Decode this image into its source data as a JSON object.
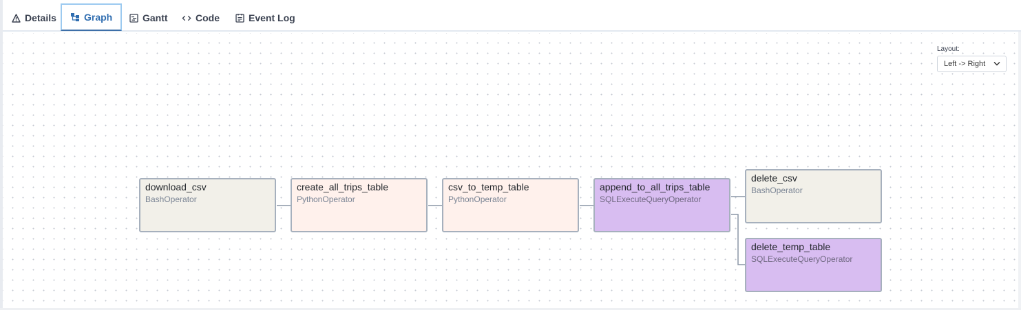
{
  "tabs": [
    {
      "label": "Details",
      "icon": "warning-icon",
      "active": false
    },
    {
      "label": "Graph",
      "icon": "graph-icon",
      "active": true
    },
    {
      "label": "Gantt",
      "icon": "gantt-icon",
      "active": false
    },
    {
      "label": "Code",
      "icon": "code-icon",
      "active": false
    },
    {
      "label": "Event Log",
      "icon": "event-log-icon",
      "active": false
    }
  ],
  "layout": {
    "label": "Layout:",
    "selected": "Left -> Right"
  },
  "nodes": [
    {
      "name": "download_csv",
      "operator": "BashOperator"
    },
    {
      "name": "create_all_trips_table",
      "operator": "PythonOperator"
    },
    {
      "name": "csv_to_temp_table",
      "operator": "PythonOperator"
    },
    {
      "name": "append_to_all_trips_table",
      "operator": "SQLExecuteQueryOperator"
    },
    {
      "name": "delete_csv",
      "operator": "BashOperator"
    },
    {
      "name": "delete_temp_table",
      "operator": "SQLExecuteQueryOperator"
    }
  ],
  "colors": {
    "bash": "#f2f0e9",
    "python": "#fff1ec",
    "sql": "#d8bdf1",
    "active_tab": "#2f6db0",
    "node_border": "#a6b0bd"
  }
}
